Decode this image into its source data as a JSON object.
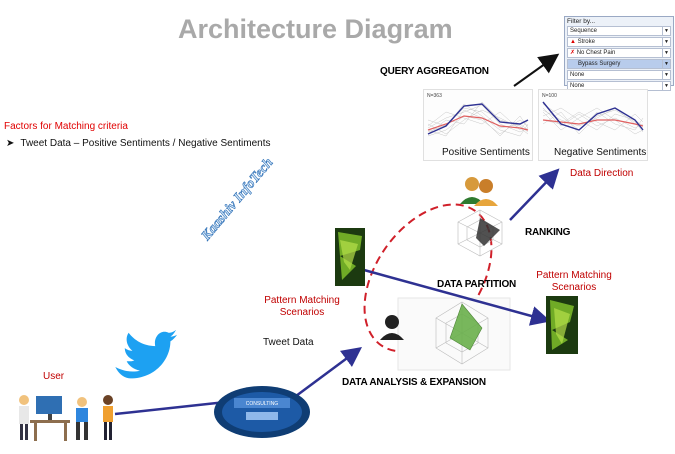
{
  "title": "Architecture Diagram",
  "factors": {
    "heading": "Factors for Matching criteria",
    "bullet": "Tweet Data – Positive Sentiments / Negative Sentiments"
  },
  "filter": {
    "title": "Filter by...",
    "rows": [
      {
        "label": "Sequence",
        "icon": "none"
      },
      {
        "label": "Stroke",
        "icon": "warning-icon"
      },
      {
        "label": "No Chest Pain",
        "icon": "cross-icon"
      },
      {
        "label": "Bypass Surgery",
        "icon": "none"
      },
      {
        "label": "None",
        "icon": "none"
      },
      {
        "label": "None",
        "icon": "none"
      }
    ]
  },
  "labels": {
    "query_aggregation": "QUERY AGGREGATION",
    "positive": "Positive Sentiments",
    "negative": "Negative Sentiments",
    "data_direction": "Data Direction",
    "ranking": "RANKING",
    "data_partition": "DATA PARTITION",
    "pattern_left_1": "Pattern Matching",
    "pattern_left_2": "Scenarios",
    "pattern_right_1": "Pattern Matching",
    "pattern_right_2": "Scenarios",
    "tweet_data": "Tweet Data",
    "data_analysis": "DATA ANALYSIS & EXPANSION",
    "user": "User",
    "brand": "Kaashiv InfoTech",
    "plot_pos_tag": "N=363",
    "plot_neg_tag": "N=100",
    "consulting": "CONSULTING"
  },
  "colors": {
    "title": "#a9a9a9",
    "red_text": "#c00000",
    "arrow_blue": "#2e3192",
    "dashed_ellipse": "#d0202a",
    "twitter": "#1da1f2"
  }
}
